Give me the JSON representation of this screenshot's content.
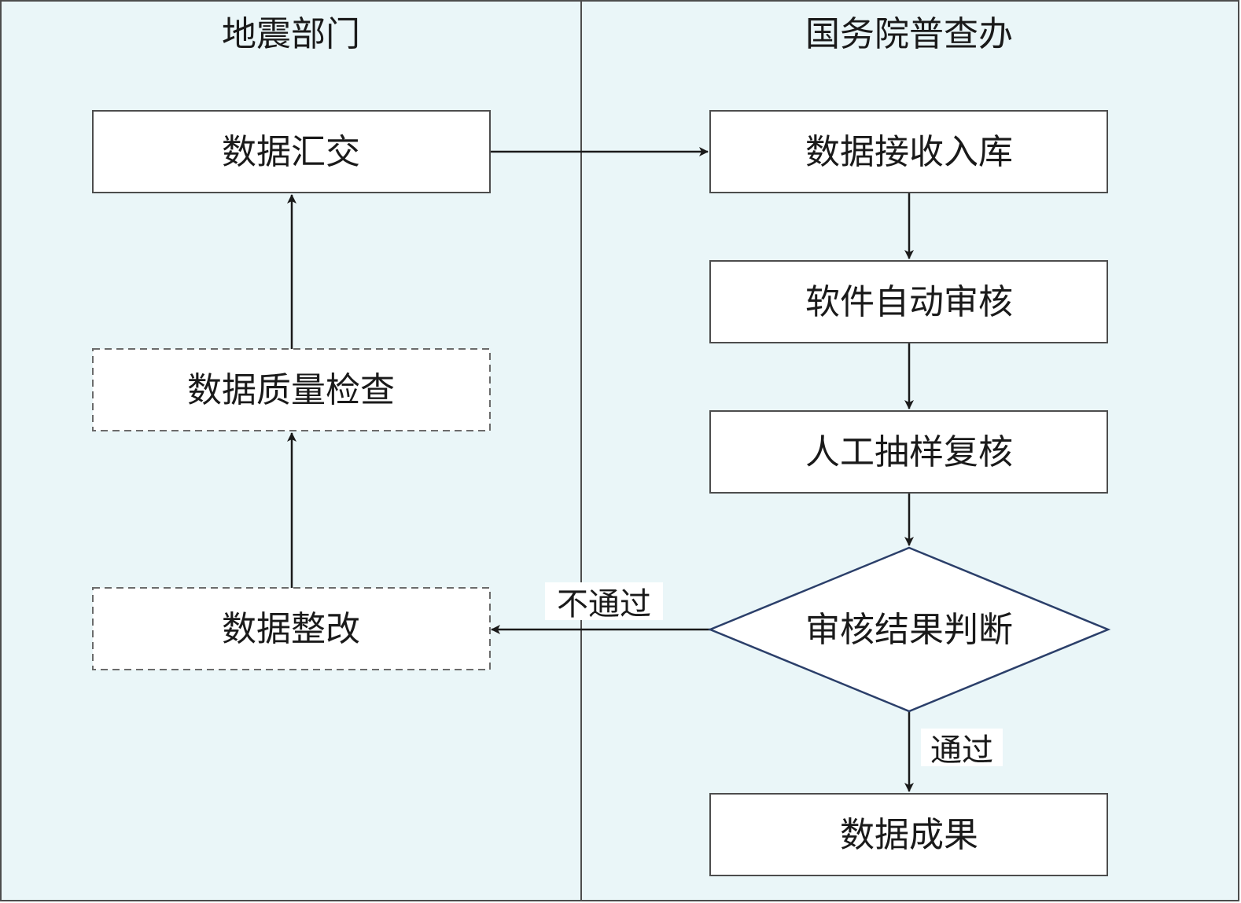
{
  "lanes": {
    "left": {
      "title": "地震部门"
    },
    "right": {
      "title": "国务院普查办"
    }
  },
  "nodes": {
    "data_submit": "数据汇交",
    "quality_check": "数据质量检查",
    "rectify": "数据整改",
    "receive_store": "数据接收入库",
    "auto_review": "软件自动审核",
    "manual_review": "人工抽样复核",
    "review_decision": "审核结果判断",
    "results": "数据成果"
  },
  "edges": {
    "fail_label": "不通过",
    "pass_label": "通过"
  }
}
